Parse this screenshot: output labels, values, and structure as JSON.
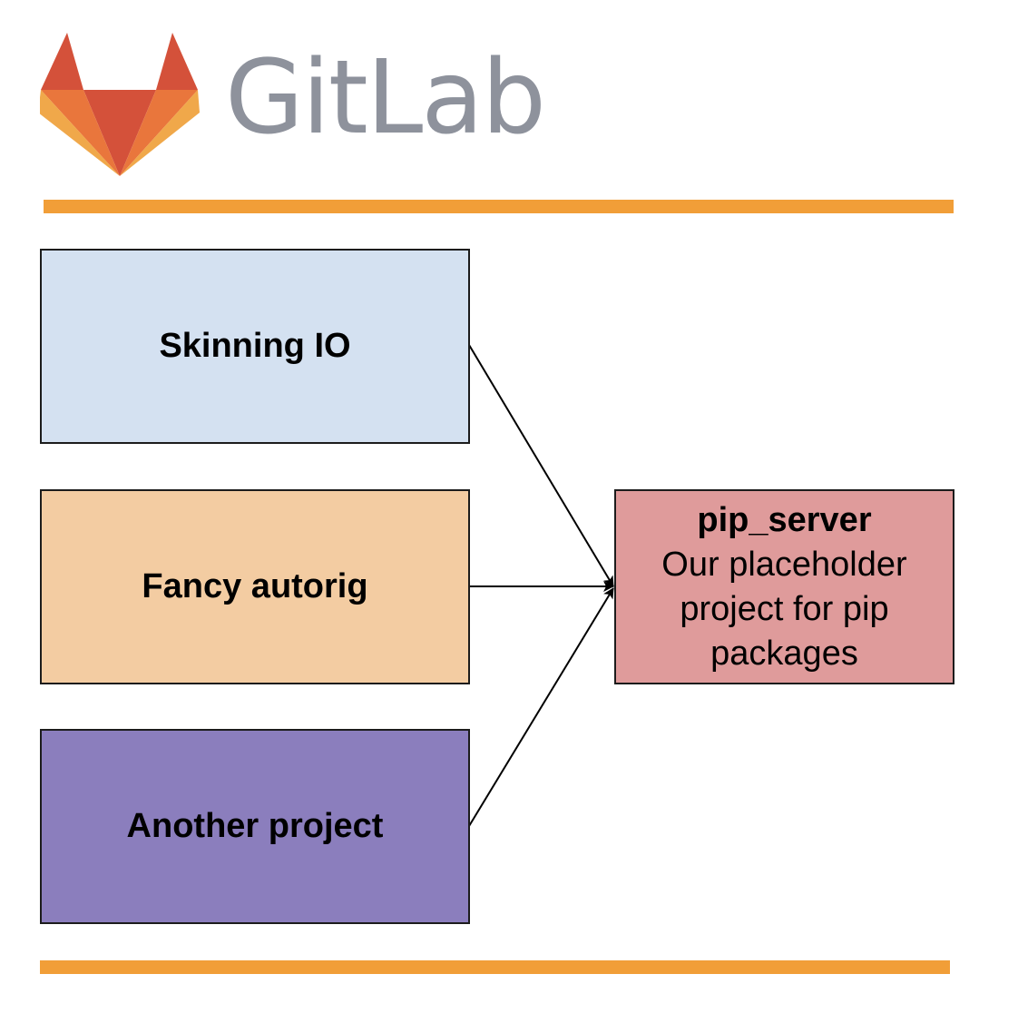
{
  "header": {
    "logo_text": "GitLab",
    "logo_icon": "gitlab-tanuki-icon",
    "colors": {
      "dark": "#d4513a",
      "mid": "#e9763c",
      "light": "#f0a84a",
      "text": "#8e929c"
    }
  },
  "divider_color": "#f19e38",
  "diagram": {
    "sources": [
      {
        "id": "skinning-io",
        "label": "Skinning IO",
        "color": "#d4e1f1"
      },
      {
        "id": "fancy-autorig",
        "label": "Fancy autorig",
        "color": "#f3cca2"
      },
      {
        "id": "another-project",
        "label": "Another project",
        "color": "#8b7ebd"
      }
    ],
    "target": {
      "id": "pip-server",
      "title": "pip_server",
      "description_lines": [
        "Our placeholder",
        "project for pip",
        "packages"
      ],
      "color": "#df9b9b"
    },
    "edges": [
      {
        "from": "skinning-io",
        "to": "pip-server"
      },
      {
        "from": "fancy-autorig",
        "to": "pip-server"
      },
      {
        "from": "another-project",
        "to": "pip-server"
      }
    ]
  }
}
